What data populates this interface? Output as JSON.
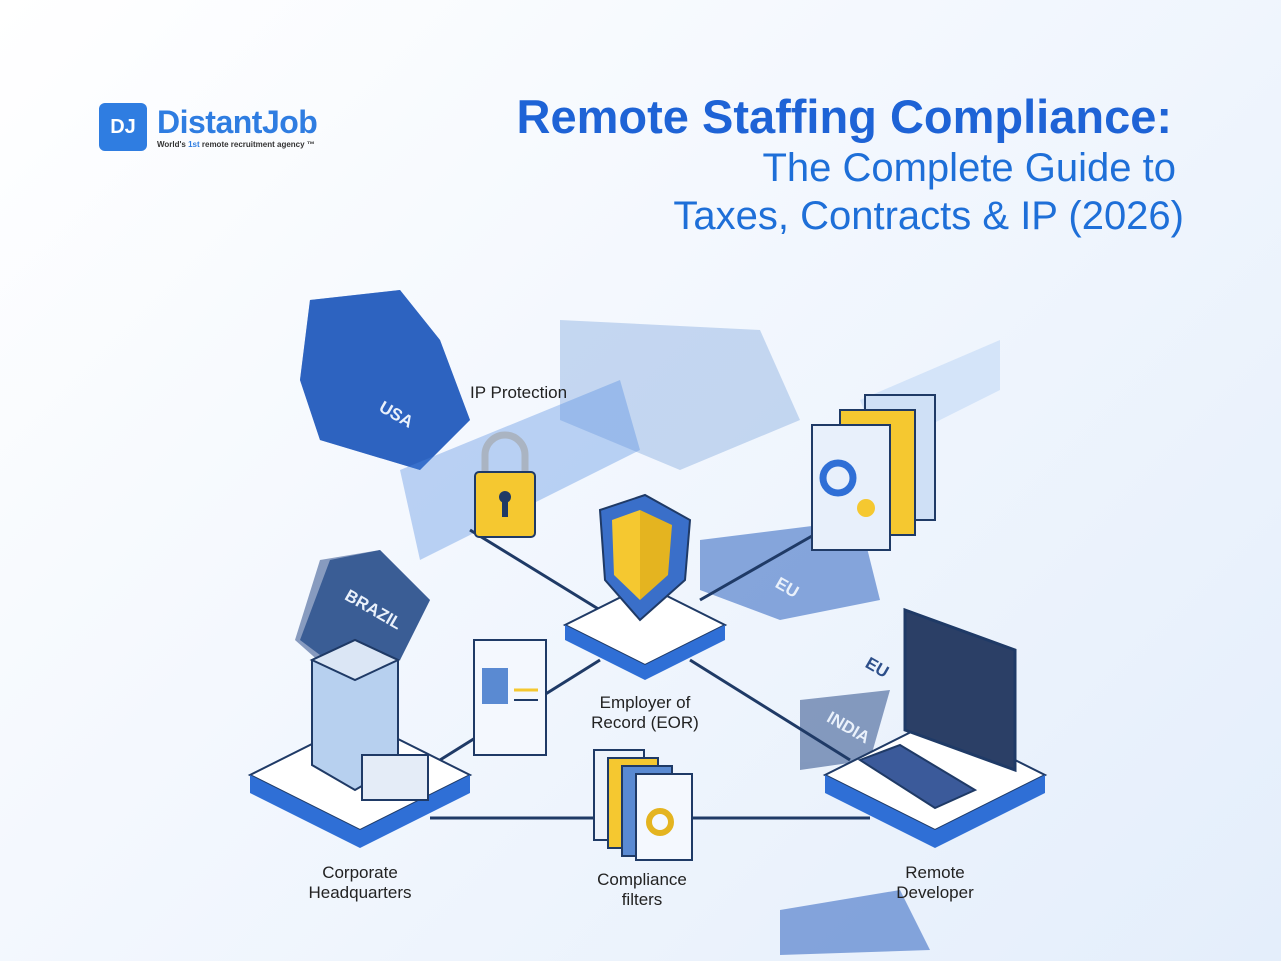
{
  "logo": {
    "mark": "DJ",
    "name": "DistantJob",
    "tagline_pre": "World's ",
    "tagline_hl": "1st",
    "tagline_post": " remote recruitment agency ™"
  },
  "title": {
    "line1": "Remote Staffing Compliance:",
    "line2": "The Complete Guide to",
    "line3": "Taxes, Contracts & IP (2026)"
  },
  "diagram": {
    "nodes": {
      "ip": "IP Protection",
      "eor_1": "Employer of",
      "eor_2": "Record (EOR)",
      "hq_1": "Corporate",
      "hq_2": "Headquarters",
      "cf_1": "Compliance",
      "cf_2": "filters",
      "rd_1": "Remote",
      "rd_2": "Developer"
    },
    "map_labels": {
      "usa": "USA",
      "brazil": "BRAZIL",
      "eu1": "EU",
      "eu2": "EU",
      "india": "INDIA"
    }
  },
  "colors": {
    "brand": "#2f7de1",
    "title": "#1e63d6",
    "map": "#2d63c0",
    "gold": "#f5c830"
  }
}
